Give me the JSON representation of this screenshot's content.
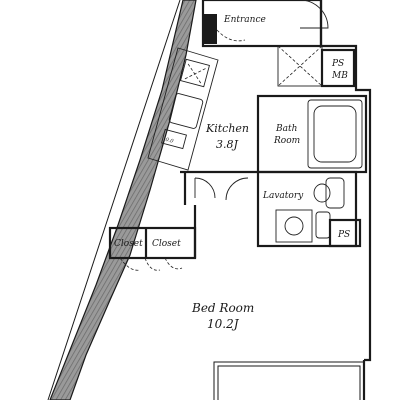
{
  "rooms": {
    "entrance": "Entrance",
    "ps_mb_1": "PS",
    "ps_mb_2": "MB",
    "kitchen_name": "Kitchen",
    "kitchen_size": "3.8J",
    "bath_1": "Bath",
    "bath_2": "Room",
    "lavatory": "Lavatory",
    "ps": "PS",
    "closet_left": "Closet",
    "closet_right": "Closet",
    "bedroom_name": "Bed Room",
    "bedroom_size": "10.2J"
  },
  "icons": [
    "stove-icon",
    "sink-icon",
    "bathtub-icon",
    "toilet-icon",
    "washbasin-icon",
    "washing-machine-icon",
    "door-swing-icon"
  ]
}
